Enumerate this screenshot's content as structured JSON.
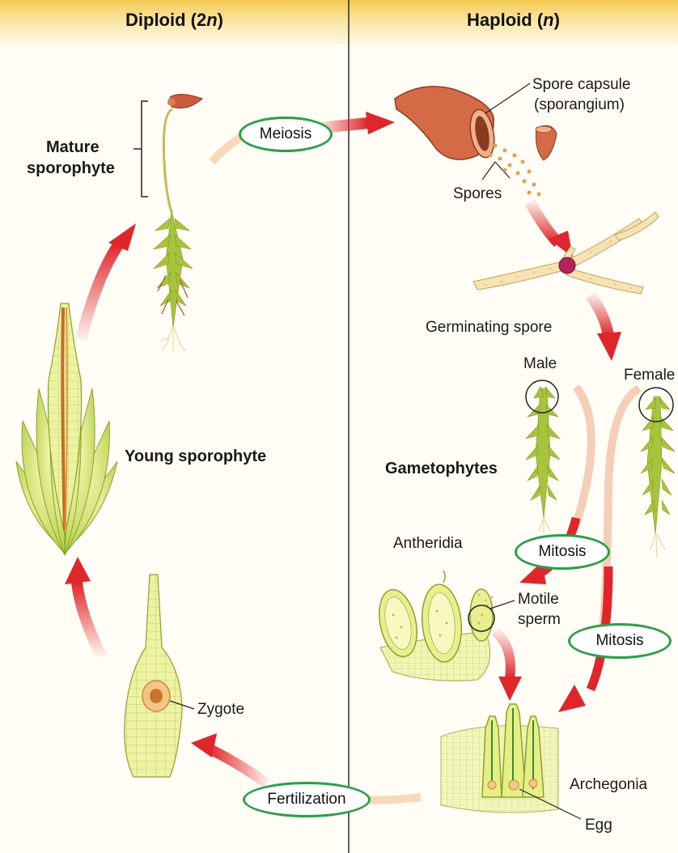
{
  "header": {
    "diploid_prefix": "Diploid (2",
    "diploid_n": "n",
    "haploid_prefix": "Haploid (",
    "haploid_n": "n"
  },
  "labels": {
    "spore_capsule": "Spore capsule",
    "sporangium": "(sporangium)",
    "spores": "Spores",
    "mature": "Mature",
    "sporophyte": "sporophyte",
    "germinating_spore": "Germinating spore",
    "male": "Male",
    "female": "Female",
    "young_sporophyte": "Young sporophyte",
    "gametophytes": "Gametophytes",
    "antheridia": "Antheridia",
    "motile": "Motile",
    "sperm": "sperm",
    "zygote": "Zygote",
    "archegonia": "Archegonia",
    "egg": "Egg"
  },
  "processes": {
    "meiosis": "Meiosis",
    "mitosis_male": "Mitosis",
    "mitosis_female": "Mitosis",
    "fertilization": "Fertilization"
  },
  "colors": {
    "header_band": "#f6d873",
    "background": "#fffdf6",
    "oval_border": "#25a244",
    "arrow": "#e0262b",
    "plant_green": "#a8c43a",
    "capsule": "#c95a3a"
  }
}
